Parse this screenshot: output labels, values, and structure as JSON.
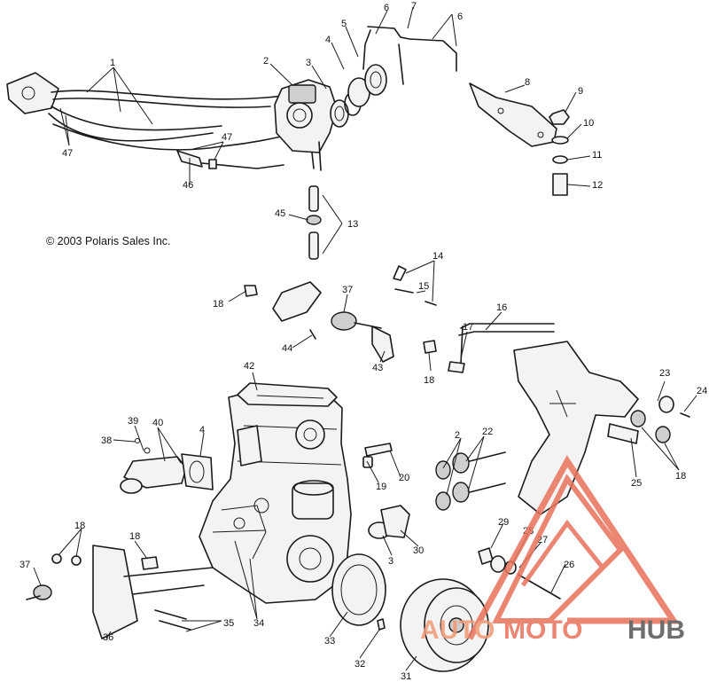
{
  "copyright": "© 2003 Polaris Sales Inc.",
  "watermark": {
    "part1": "AUTO",
    "part2": "MOTO",
    "part3": "HUB",
    "color_primary": "#e8725a",
    "color_secondary": "#555555"
  },
  "callouts": [
    "1",
    "2",
    "3",
    "4",
    "5",
    "6",
    "7",
    "6",
    "8",
    "9",
    "10",
    "11",
    "12",
    "13",
    "45",
    "46",
    "47",
    "47",
    "14",
    "15",
    "16",
    "17",
    "18",
    "37",
    "44",
    "43",
    "18",
    "42",
    "39",
    "38",
    "40",
    "4",
    "19",
    "20",
    "2",
    "22",
    "23",
    "24",
    "25",
    "18",
    "18",
    "18",
    "37",
    "36",
    "35",
    "34",
    "33",
    "32",
    "31",
    "30",
    "3",
    "29",
    "28",
    "27",
    "26"
  ]
}
